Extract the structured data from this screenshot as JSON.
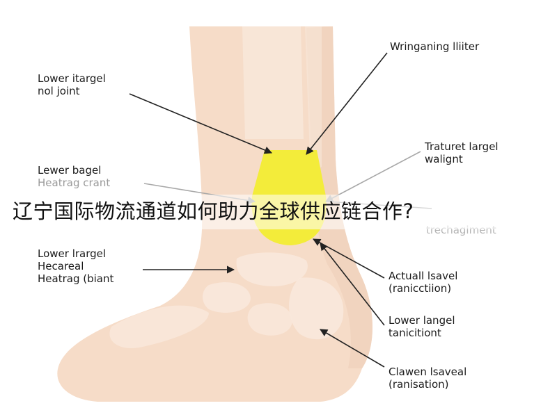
{
  "colors": {
    "skin": "#f6dcc8",
    "skin_shadow": "#efd0bb",
    "bone": "#f9e8db",
    "highlight": "#f3ec3a",
    "arrow": "#222222",
    "faint_arrow": "#a8a8a8"
  },
  "labels": {
    "left_1": [
      "Lower itargel",
      "nol joint"
    ],
    "left_2": [
      "Lewer bagel",
      "Heatrag crant"
    ],
    "left_3": [
      "Lower lrargel",
      "Hecareal",
      "Heatrag (biant"
    ],
    "right_1": [
      "Wringaning lliiter"
    ],
    "right_2": [
      "Traturet largel",
      "walignt"
    ],
    "right_3": [
      "trechagiment"
    ],
    "right_4": [
      "Actuall lsavel",
      "(ranicctiion)"
    ],
    "right_5": [
      "Lower langel",
      "tanicitiont"
    ],
    "right_6": [
      "Clawen lsaveal",
      "(ranisation)"
    ]
  },
  "banner": {
    "text": "辽宁国际物流通道如何助力全球供应链合作?"
  }
}
